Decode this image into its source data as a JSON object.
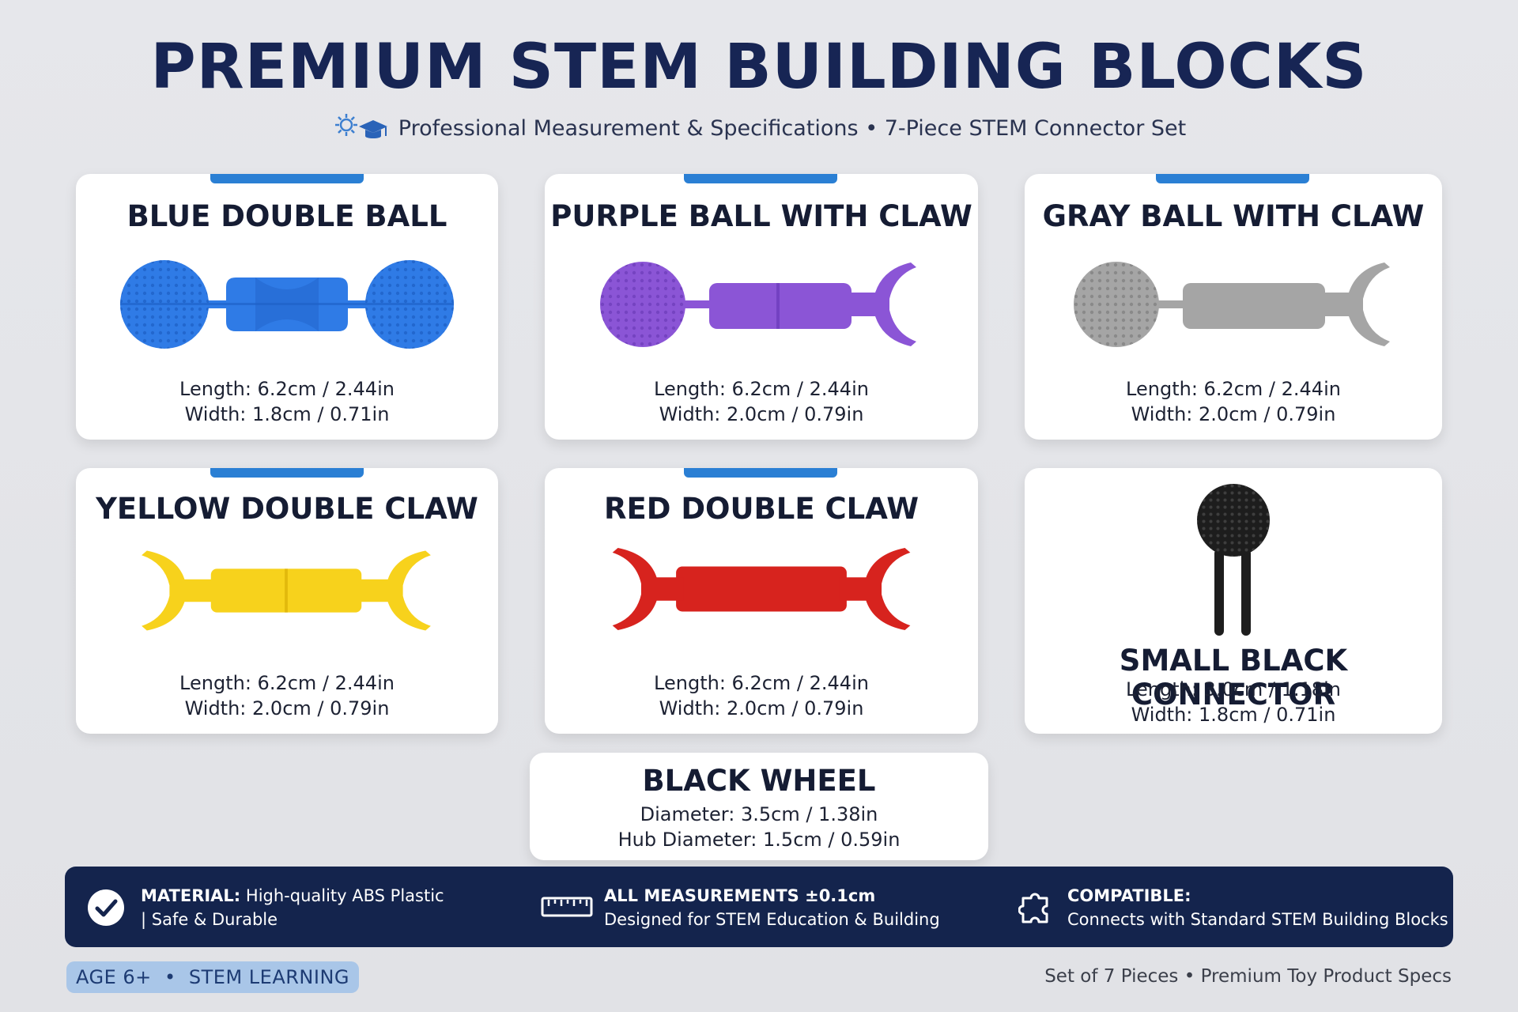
{
  "header": {
    "title": "PREMIUM STEM BUILDING BLOCKS",
    "subtitle": "Professional Measurement & Specifications • 7-Piece STEM Connector Set",
    "subtitle_icon": "gear-graduation-cap-icon"
  },
  "cards": [
    {
      "name": "BLUE DOUBLE BALL",
      "spec1": "Length: 6.2cm / 2.44in",
      "spec2": "Width: 1.8cm / 0.71in",
      "color": "#2f7be6"
    },
    {
      "name": "PURPLE BALL WITH CLAW",
      "spec1": "Length: 6.2cm / 2.44in",
      "spec2": "Width: 2.0cm / 0.79in",
      "color": "#8b55d6"
    },
    {
      "name": "GRAY BALL WITH CLAW",
      "spec1": "Length: 6.2cm / 2.44in",
      "spec2": "Width: 2.0cm / 0.79in",
      "color": "#a5a5a5"
    },
    {
      "name": "YELLOW DOUBLE CLAW",
      "spec1": "Length: 6.2cm / 2.44in",
      "spec2": "Width: 2.0cm / 0.79in",
      "color": "#f7d21c"
    },
    {
      "name": "RED DOUBLE CLAW",
      "spec1": "Length: 6.2cm / 2.44in",
      "spec2": "Width: 2.0cm / 0.79in",
      "color": "#d7231e"
    },
    {
      "name": "SMALL BLACK CONNECTOR",
      "spec1": "Length: 3.0cm / 1.18in",
      "spec2": "Width: 1.8cm / 0.71in",
      "color": "#1d1d1d"
    },
    {
      "name": "BLACK WHEEL",
      "spec1": "Diameter: 3.5cm / 1.38in",
      "spec2": "Hub Diameter: 1.5cm / 0.59in"
    }
  ],
  "banner": {
    "material_title": "MATERIAL:",
    "material_text": "High-quality ABS Plastic",
    "material_text2": "| Safe & Durable",
    "material_icon": "checkmark-circle-icon",
    "measure_title": "ALL MEASUREMENTS ±0.1cm",
    "measure_text": "Designed for STEM Education & Building",
    "measure_icon": "ruler-icon",
    "compat_title": "COMPATIBLE:",
    "compat_text": "Connects with Standard STEM Building Blocks",
    "compat_icon": "puzzle-piece-icon"
  },
  "footer": {
    "pill": "AGE 6+  •  STEM LEARNING",
    "right": "Set of 7 Pieces • Premium Toy Product Specs"
  },
  "colors": {
    "navy": "#172554",
    "accent_tab": "#2a7fd4",
    "banner": "#14244d",
    "pill": "#a9c6e8"
  }
}
